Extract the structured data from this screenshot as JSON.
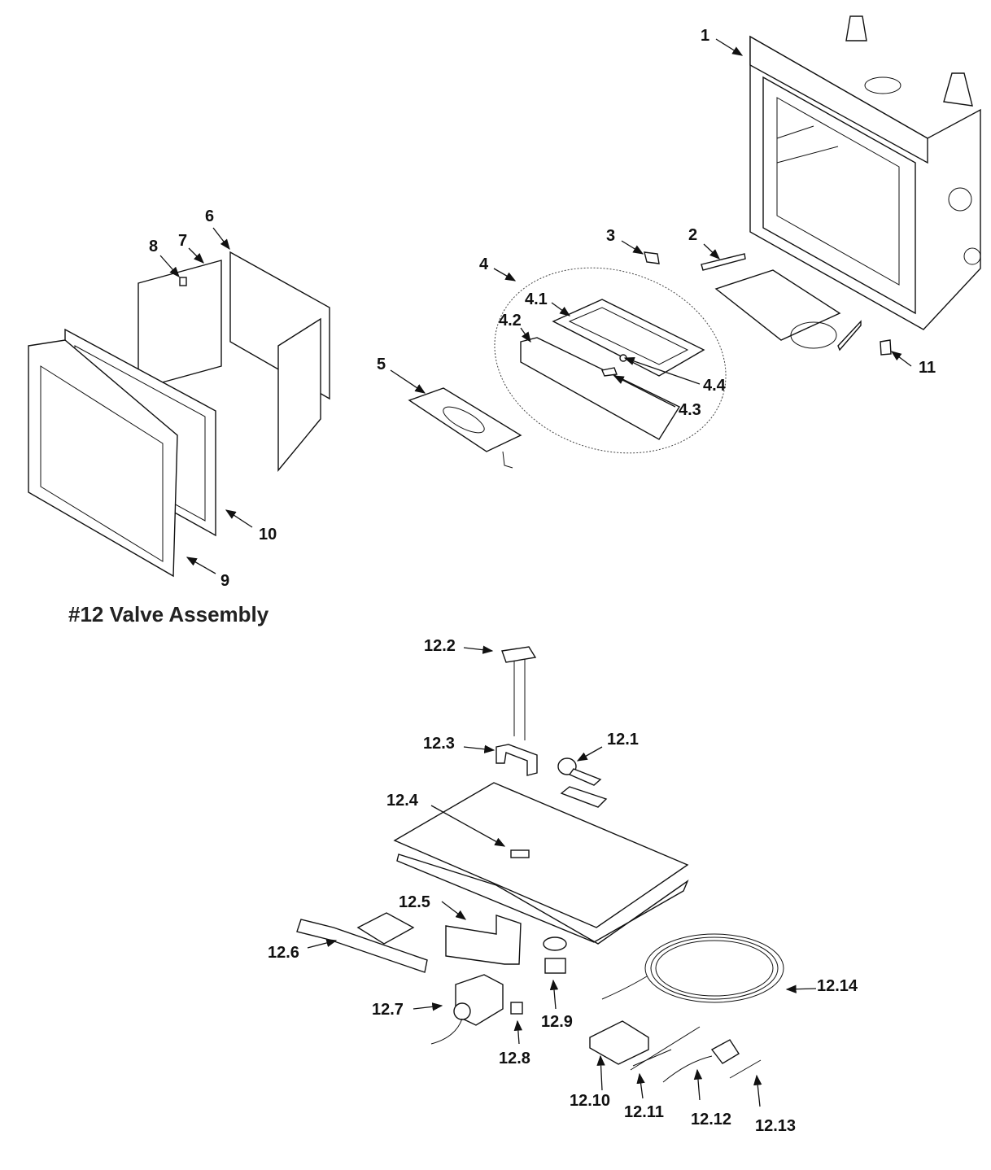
{
  "diagram": {
    "section_title": "#12 Valve Assembly",
    "callouts": [
      "1",
      "2",
      "3",
      "4",
      "4.1",
      "4.2",
      "4.3",
      "4.4",
      "5",
      "6",
      "7",
      "8",
      "9",
      "10",
      "11",
      "12.1",
      "12.2",
      "12.3",
      "12.4",
      "12.5",
      "12.6",
      "12.7",
      "12.8",
      "12.9",
      "12.10",
      "12.11",
      "12.12",
      "12.13",
      "12.14"
    ]
  }
}
